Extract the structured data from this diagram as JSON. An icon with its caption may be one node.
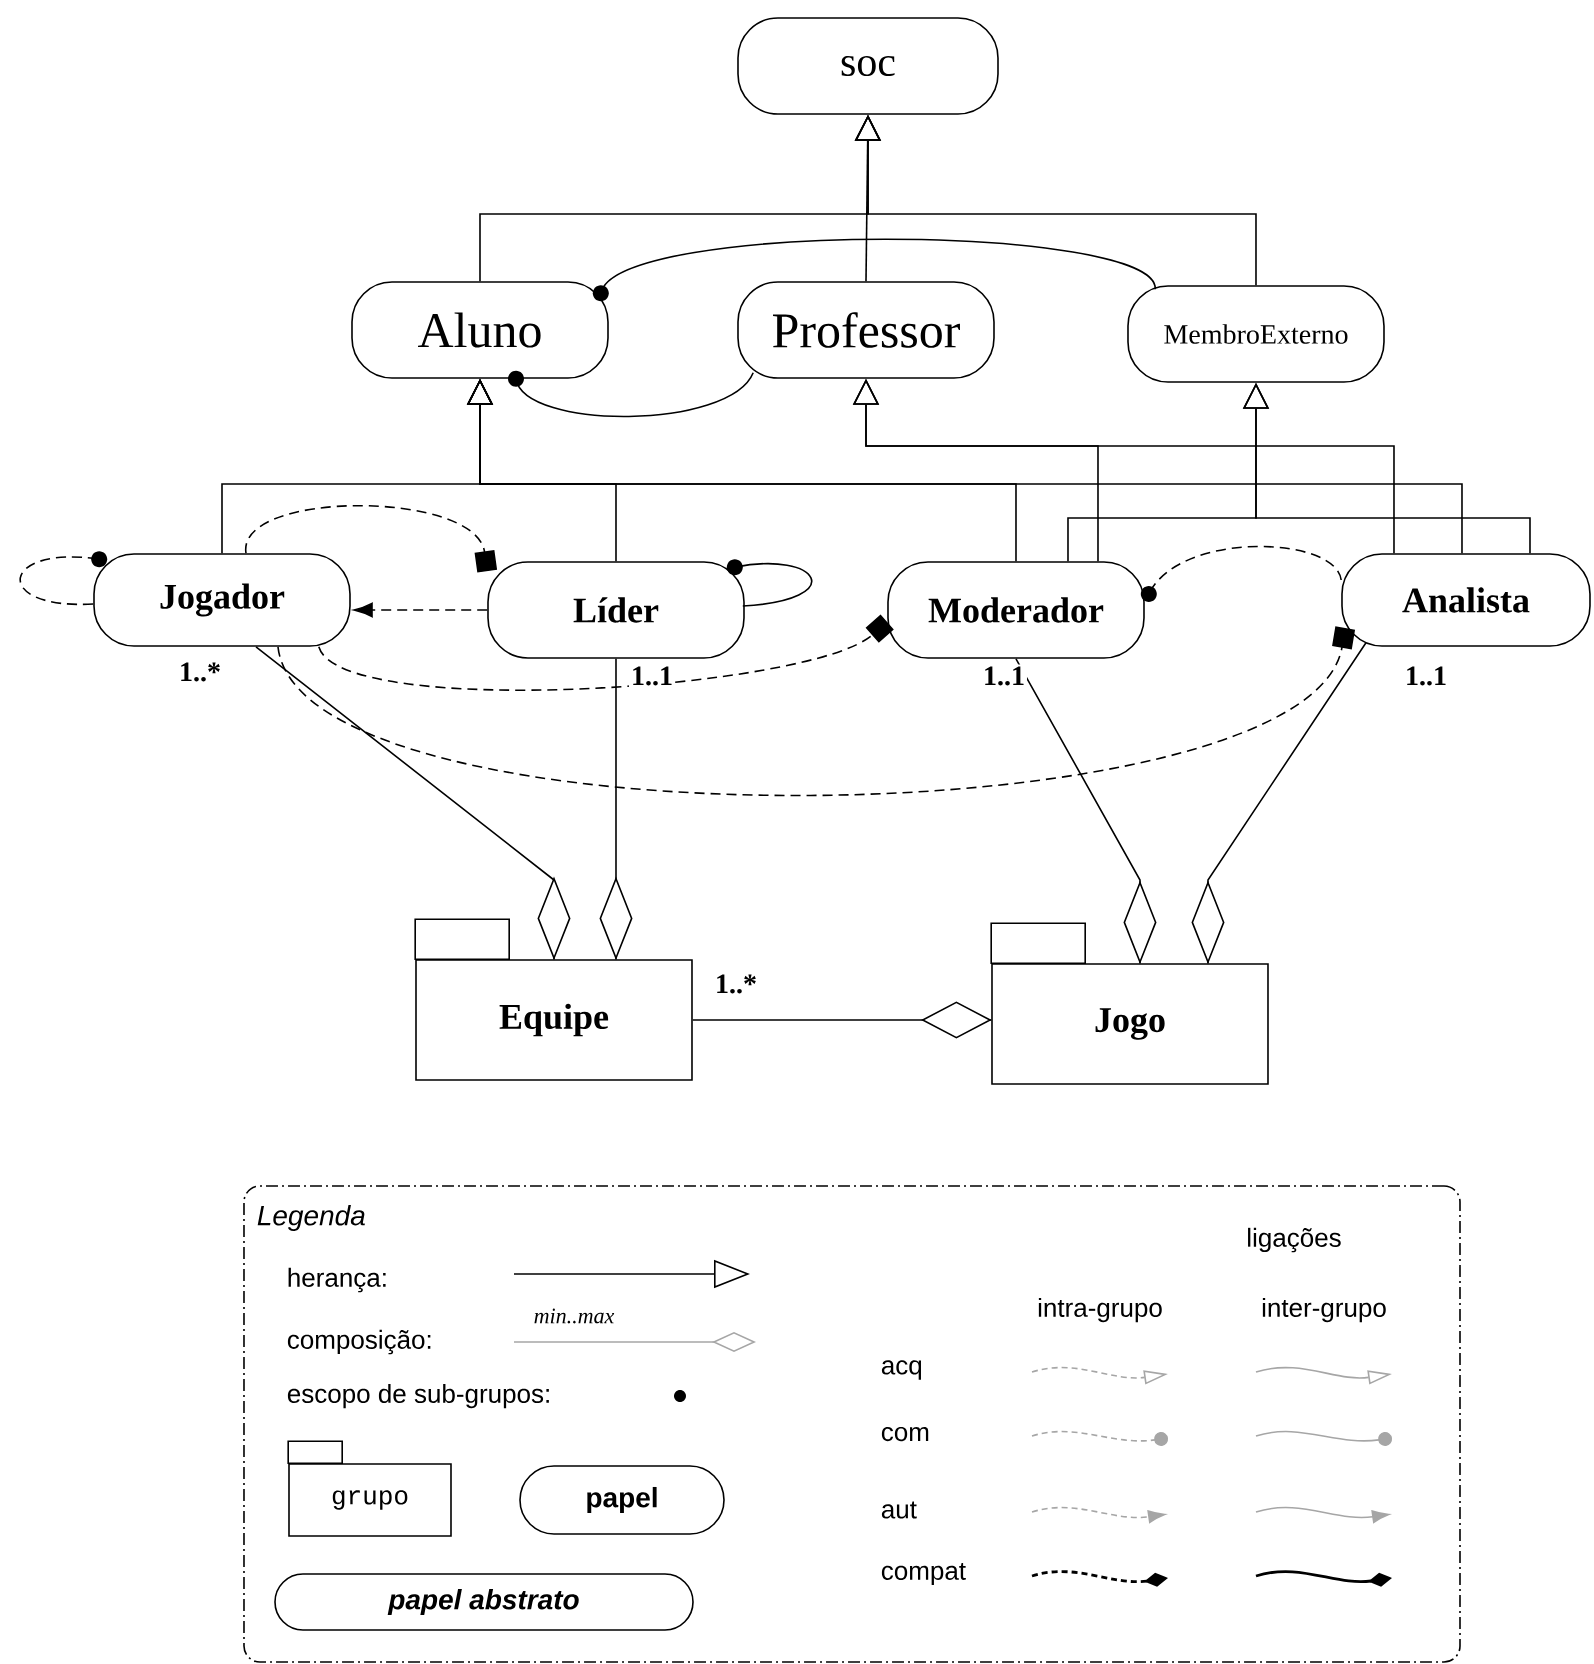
{
  "diagram": {
    "nodes": [
      {
        "text": [
          "soc"
        ]
      },
      {
        "text": [
          "Aluno"
        ]
      },
      {
        "text": [
          "Professor"
        ]
      },
      {
        "text": [
          "MembroExterno"
        ]
      },
      {
        "text": [
          "Jogador"
        ]
      },
      {
        "text": [
          "Líder"
        ]
      },
      {
        "text": [
          "Moderador"
        ]
      },
      {
        "text": [
          "Analista"
        ]
      },
      {
        "text": [
          "Equipe"
        ]
      },
      {
        "text": [
          "Jogo"
        ]
      },
      {
        "text": [
          "Legenda"
        ]
      },
      {
        "text": [
          "grupo"
        ],
        "in": 10
      },
      {
        "text": [
          "papel"
        ],
        "in": 10
      },
      {
        "text": [
          "papel abstrato"
        ],
        "in": 10
      }
    ],
    "edges": [
      {
        "from": 1,
        "to": 0,
        "arrow": "to"
      },
      {
        "from": 2,
        "to": 0,
        "arrow": "to"
      },
      {
        "from": 3,
        "to": 0,
        "arrow": "to"
      },
      {
        "from": 4,
        "to": 1,
        "arrow": "to"
      },
      {
        "from": 5,
        "to": 1,
        "arrow": "to"
      },
      {
        "from": 6,
        "to": 1,
        "arrow": "to"
      },
      {
        "from": 7,
        "to": 1,
        "arrow": "to"
      },
      {
        "from": 6,
        "to": 2,
        "arrow": "to"
      },
      {
        "from": 7,
        "to": 2,
        "arrow": "to"
      },
      {
        "from": 6,
        "to": 3,
        "arrow": "to"
      },
      {
        "from": 7,
        "to": 3,
        "arrow": "to"
      },
      {
        "from": 3,
        "to": 1,
        "arrow": "other"
      },
      {
        "from": 2,
        "to": 1,
        "arrow": "other"
      },
      {
        "from": 4,
        "to": 4,
        "arrow": "other",
        "style": "dashed"
      },
      {
        "from": 5,
        "to": 5,
        "arrow": "other"
      },
      {
        "from": 4,
        "to": 5,
        "arrow": "to",
        "style": "dashed"
      },
      {
        "from": 5,
        "to": 4,
        "arrow": "to",
        "style": "dashed"
      },
      {
        "from": 4,
        "to": 6,
        "arrow": "to",
        "style": "dashed"
      },
      {
        "from": 7,
        "to": 6,
        "arrow": "other",
        "style": "dashed"
      },
      {
        "from": 4,
        "to": 7,
        "arrow": "to",
        "style": "dashed"
      },
      {
        "from": 4,
        "to": 8,
        "arrow": "other",
        "label": "1..*"
      },
      {
        "from": 5,
        "to": 8,
        "arrow": "other",
        "label": "1..1"
      },
      {
        "from": 6,
        "to": 9,
        "arrow": "other",
        "label": "1..1"
      },
      {
        "from": 7,
        "to": 9,
        "arrow": "other",
        "label": "1..1"
      },
      {
        "from": 8,
        "to": 9,
        "arrow": "other",
        "label": "1..*"
      }
    ],
    "labels": [
      "min..max",
      "ligações",
      "intra-grupo",
      "inter-grupo"
    ],
    "legend": [
      {
        "text": "herança:"
      },
      {
        "text": "composição:"
      },
      {
        "text": "escopo de sub-grupos:"
      },
      {
        "text": "acq"
      },
      {
        "text": "com"
      },
      {
        "text": "aut"
      },
      {
        "text": "compat"
      }
    ]
  }
}
